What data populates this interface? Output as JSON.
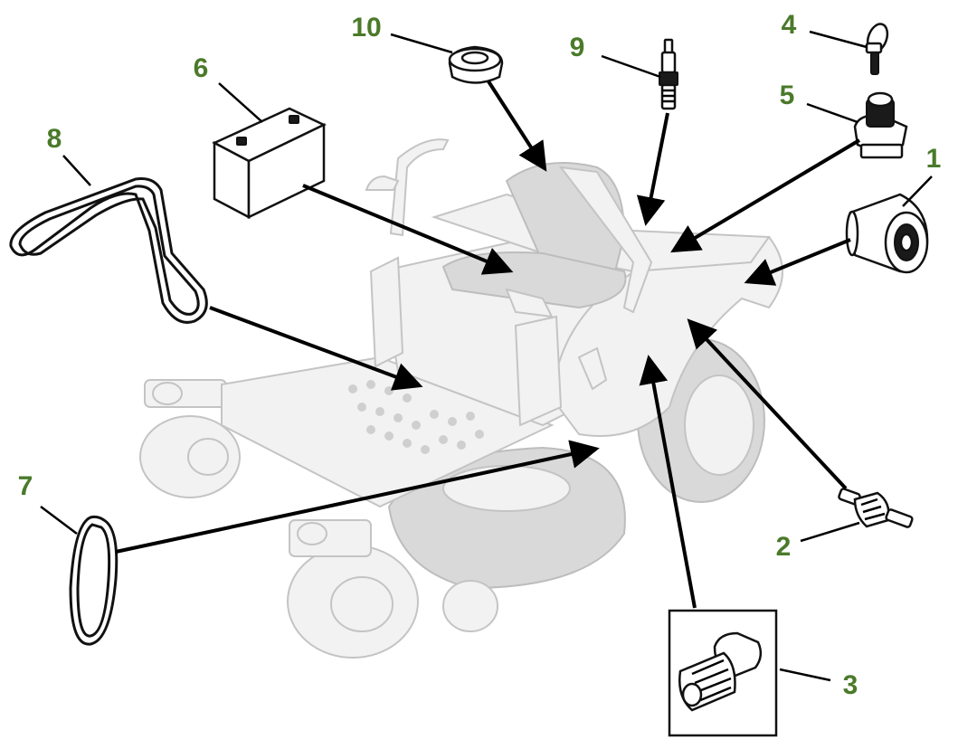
{
  "callouts": [
    {
      "id": "oil-filter",
      "number": "1"
    },
    {
      "id": "fuel-filter",
      "number": "2"
    },
    {
      "id": "air-filter",
      "number": "3"
    },
    {
      "id": "ignition-key",
      "number": "4"
    },
    {
      "id": "ignition-switch",
      "number": "5"
    },
    {
      "id": "battery",
      "number": "6"
    },
    {
      "id": "deck-belt",
      "number": "7"
    },
    {
      "id": "drive-belt",
      "number": "8"
    },
    {
      "id": "spark-plug",
      "number": "9"
    },
    {
      "id": "fuel-cap",
      "number": "10"
    }
  ],
  "colors": {
    "callout_number": "#4a7a2a",
    "mower_ghost_fill": "#f2f2f2",
    "mower_ghost_stroke": "#c4c4c4",
    "arrow": "#000000"
  }
}
